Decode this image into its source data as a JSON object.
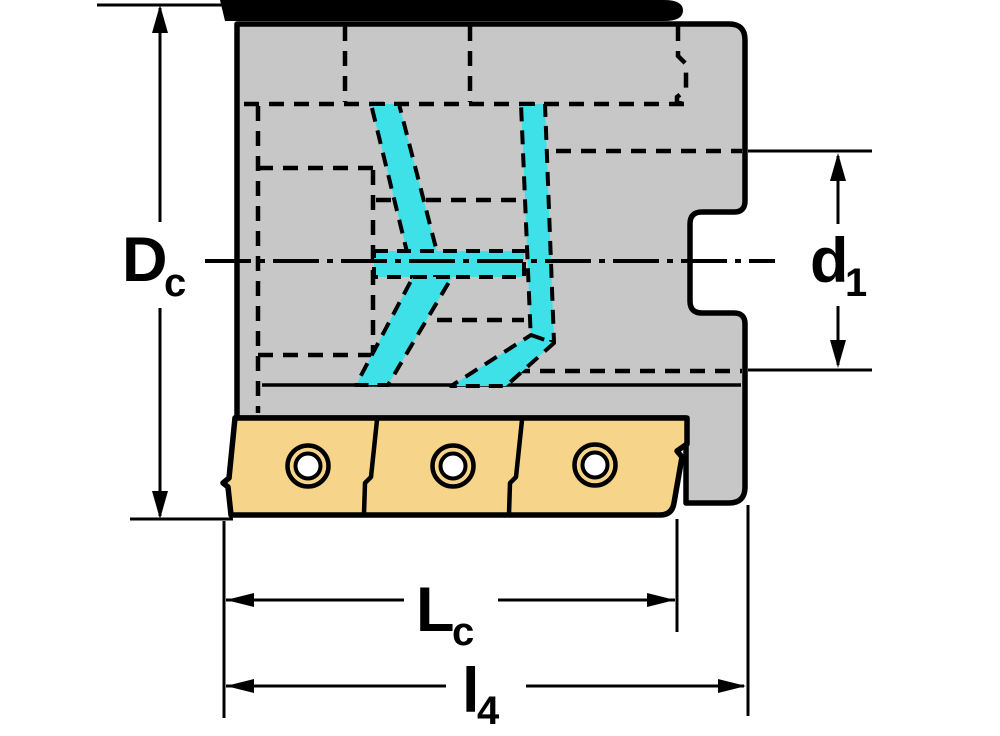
{
  "figure": {
    "labels": {
      "dc": {
        "main": "D",
        "sub": "c"
      },
      "d1": {
        "main": "d",
        "sub": "1"
      },
      "lc": {
        "main": "L",
        "sub": "c"
      },
      "l4": {
        "main": "l",
        "sub": "4"
      }
    },
    "colors": {
      "background": "#ffffff",
      "body_gray": "#c7c7c7",
      "insert_yellow": "#f6d489",
      "coolant_cyan": "#3fe1e9",
      "line_black": "#000000"
    }
  }
}
